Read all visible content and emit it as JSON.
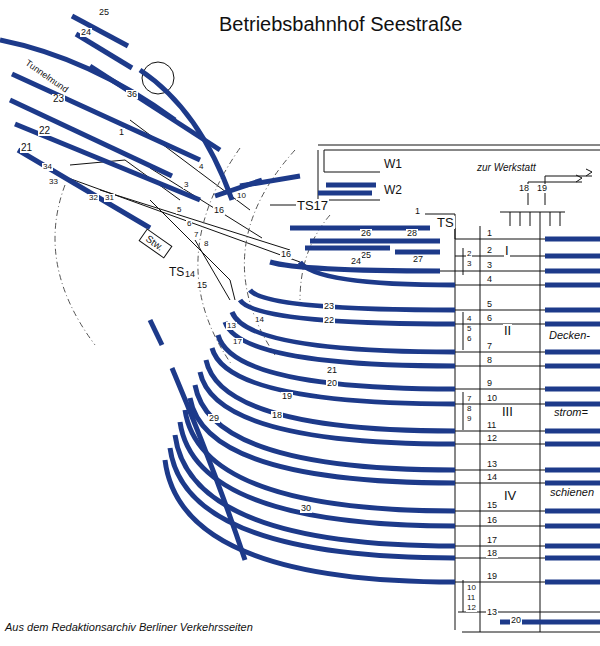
{
  "diagram": {
    "title": "Betriebsbahnhof Seestraße",
    "caption": "Aus dem Redaktionsarchiv Berliner Verkehrsseiten",
    "nodes": [
      {
        "text": [
          "Stw."
        ]
      }
    ],
    "labels": [
      "25",
      "24",
      "Tunnelmund",
      "36",
      "1",
      "23",
      "22",
      "21",
      "34",
      "33",
      "32",
      "31",
      "3",
      "4",
      "5",
      "6",
      "7",
      "8",
      "10",
      "16",
      "TS",
      "14",
      "15",
      "13",
      "17",
      "14",
      "29",
      "TS17",
      "W1",
      "W2",
      "1",
      "TS",
      "28",
      "26",
      "25",
      "27",
      "24",
      "16",
      "23",
      "22",
      "21",
      "20",
      "19",
      "18",
      "30",
      "zur Werkstatt",
      "18",
      "19",
      "1",
      "2",
      "I",
      "3",
      "4",
      "5",
      "6",
      "II",
      "7",
      "8",
      "9",
      "10",
      "III",
      "11",
      "12",
      "13",
      "14",
      "IV",
      "15",
      "16",
      "17",
      "18",
      "19",
      "2",
      "3",
      "4",
      "5",
      "6",
      "7",
      "8",
      "9",
      "10",
      "11",
      "12",
      "13",
      "20",
      "Decken-",
      "strom=",
      "schienen"
    ]
  }
}
